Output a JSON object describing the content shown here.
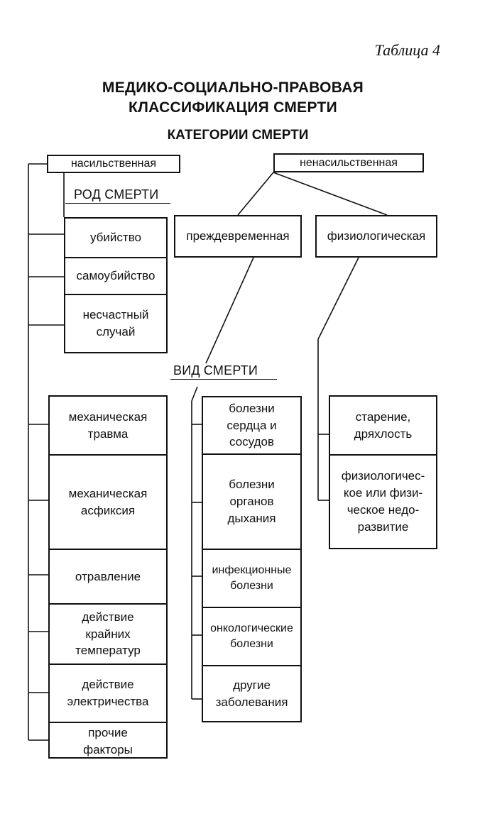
{
  "table_label": "Таблица 4",
  "title_line1": "МЕДИКО-СОЦИАЛЬНО-ПРАВОВАЯ",
  "title_line2": "КЛАССИФИКАЦИЯ СМЕРТИ",
  "categories_heading": "КАТЕГОРИИ СМЕРТИ",
  "category_violent": "насильственная",
  "category_nonviolent": "ненасильственная",
  "kind_heading": "РОД СМЕРТИ",
  "kinds": [
    "убийство",
    "самоубийство",
    "несчастный случай"
  ],
  "nonviolent_kinds": [
    "преждевременная",
    "физиологическая"
  ],
  "type_heading": "ВИД СМЕРТИ",
  "violent_types": [
    "механическая травма",
    "механическая асфиксия",
    "отравление",
    "действие крайних температур",
    "действие электричества",
    "прочие факторы"
  ],
  "premature_types": [
    "болезни сердца и сосудов",
    "болезни органов дыхания",
    "инфекционные болезни",
    "онкологические болезни",
    "другие заболевания"
  ],
  "physiological_types": [
    "старение, дряхлость",
    "физиологичес-кое или физи-ческое недо-развитие"
  ]
}
